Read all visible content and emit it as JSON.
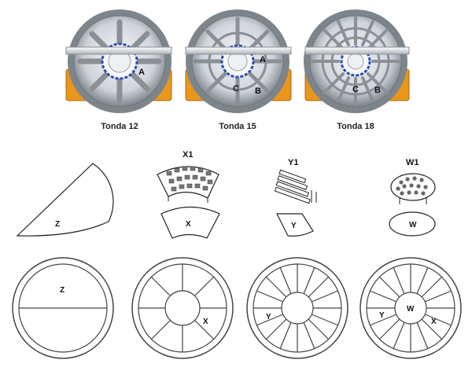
{
  "wheels": [
    {
      "caption": "Tonda 12",
      "labels": [
        "A"
      ]
    },
    {
      "caption": "Tonda 15",
      "labels": [
        "A",
        "B",
        "C"
      ]
    },
    {
      "caption": "Tonda 18",
      "labels": [
        "B",
        "C"
      ]
    }
  ],
  "pieces": [
    {
      "header": "",
      "base_label": "Z"
    },
    {
      "header": "X1",
      "base_label": "X"
    },
    {
      "header": "Y1",
      "base_label": "Y"
    },
    {
      "header": "W1",
      "base_label": "W"
    }
  ],
  "layouts": [
    {
      "labels": [
        "Z"
      ]
    },
    {
      "labels": [
        "X"
      ]
    },
    {
      "labels": [
        "Y"
      ]
    },
    {
      "labels": [
        "W",
        "Y",
        "X"
      ]
    }
  ],
  "colors": {
    "stand": "#e8961c",
    "rim": "#8a9096",
    "hub_ring": "#2a4fb0"
  }
}
